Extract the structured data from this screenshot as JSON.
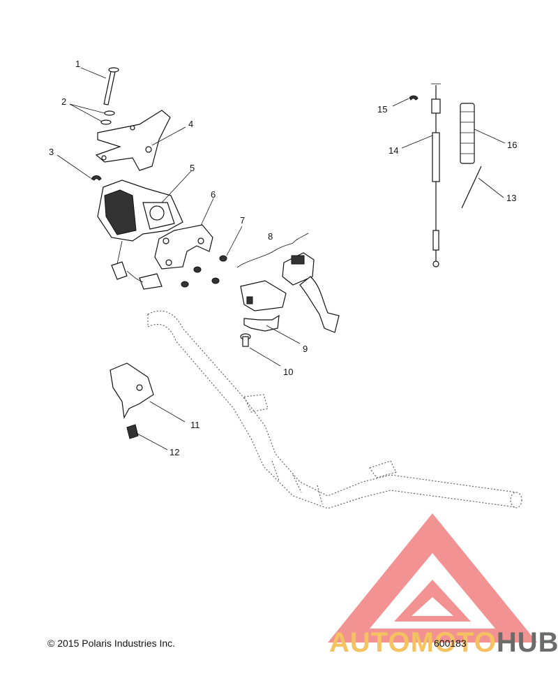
{
  "diagram": {
    "callouts": [
      {
        "id": "c1",
        "label": "1"
      },
      {
        "id": "c2",
        "label": "2"
      },
      {
        "id": "c3",
        "label": "3"
      },
      {
        "id": "c4",
        "label": "4"
      },
      {
        "id": "c5",
        "label": "5"
      },
      {
        "id": "c6",
        "label": "6"
      },
      {
        "id": "c7",
        "label": "7"
      },
      {
        "id": "c8",
        "label": "8"
      },
      {
        "id": "c9",
        "label": "9"
      },
      {
        "id": "c10",
        "label": "10"
      },
      {
        "id": "c11",
        "label": "11"
      },
      {
        "id": "c12",
        "label": "12"
      },
      {
        "id": "c13",
        "label": "13"
      },
      {
        "id": "c14",
        "label": "14"
      },
      {
        "id": "c15",
        "label": "15"
      },
      {
        "id": "c16",
        "label": "16"
      }
    ]
  },
  "footer": {
    "copyright": "© 2015 Polaris Industries Inc.",
    "figure_number": "600183"
  },
  "watermark": {
    "part1": "AUTO",
    "part2": "MOTO",
    "part3": "HUB",
    "colors": {
      "triangle": "#f08080",
      "text_primary": "#f4c261",
      "text_secondary": "#6b6b6b"
    }
  }
}
